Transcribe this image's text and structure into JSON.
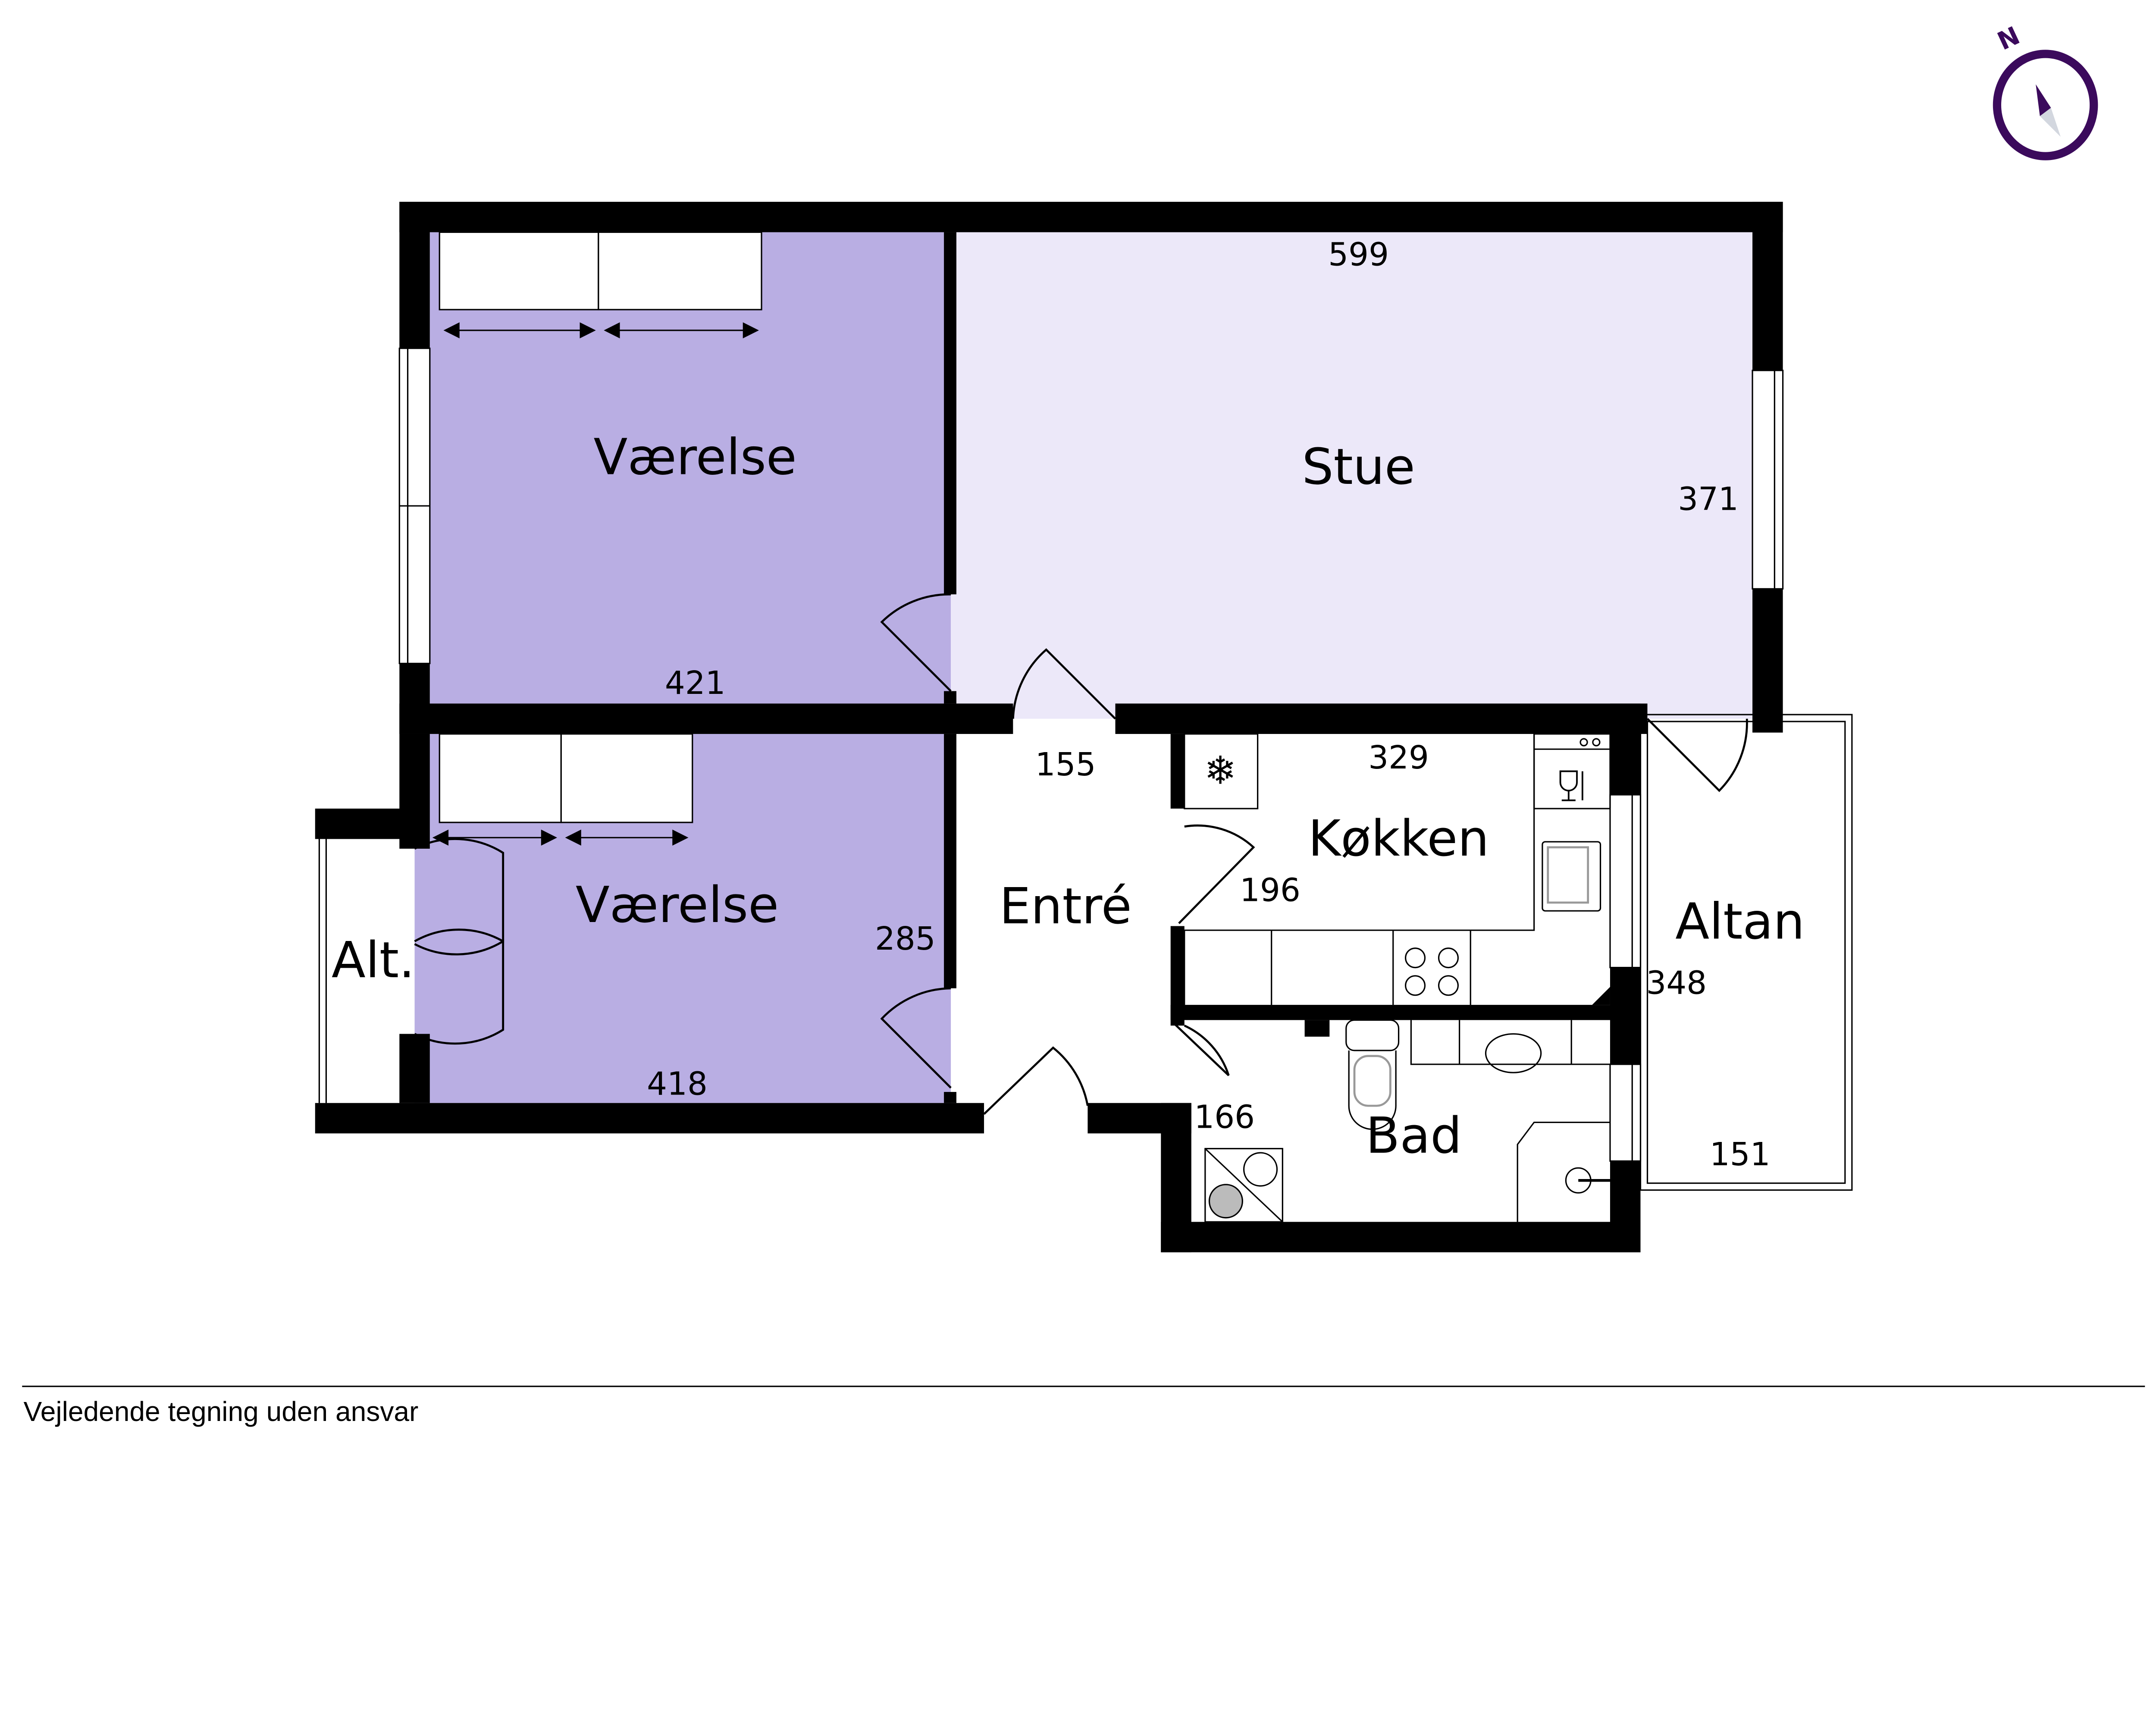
{
  "compass": {
    "label": "N",
    "color": "#3b0a5c",
    "needle_south_color": "#d3d7df"
  },
  "colors": {
    "bedroom": "#b9aee3",
    "living": "#ece8f9",
    "wall": "#000000"
  },
  "rooms": {
    "bedroom_top": {
      "name": "Værelse",
      "dim": "421"
    },
    "living": {
      "name": "Stue",
      "dim_width": "599",
      "dim_height": "371"
    },
    "bedroom_bottom": {
      "name": "Værelse",
      "dim_width": "418",
      "dim_height": "285"
    },
    "alcove": {
      "name": "Alt."
    },
    "entry": {
      "name": "Entré",
      "dim": "155"
    },
    "kitchen": {
      "name": "Køkken",
      "dim_width": "329",
      "dim_height": "196"
    },
    "bath": {
      "name": "Bad",
      "dim": "166"
    },
    "balcony": {
      "name": "Altan",
      "dim_height": "348",
      "dim_width": "151"
    }
  },
  "footer": {
    "disclaimer": "Vejledende tegning uden ansvar"
  }
}
